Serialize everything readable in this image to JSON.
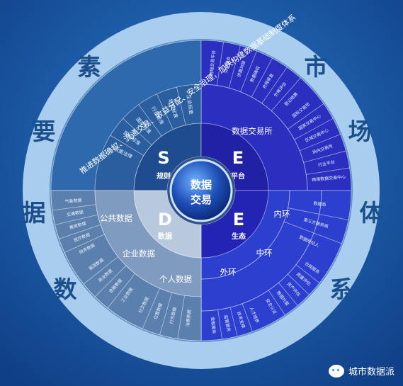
{
  "outer_ring": {
    "left_chars": [
      "素",
      "要",
      "据",
      "数"
    ],
    "right_chars": [
      "市",
      "场",
      "体",
      "系"
    ]
  },
  "center": {
    "line1": "数据",
    "line2": "交易"
  },
  "quadrants": {
    "rules": {
      "letter": "S",
      "subtitle": "规则",
      "items": [
        "政策法律",
        "国际标准",
        "国家标准",
        "行业标准",
        "地方标准",
        "企业标准"
      ],
      "outer_text": "推进数据确权、流通交易、收益分配、安全治理，加快构建数据基础制度体系"
    },
    "platform": {
      "letter": "E",
      "subtitle": "平台",
      "ring_label": "数据交易所",
      "items": [
        "国际交易所",
        "国家交易中心",
        "区域交易中心",
        "场内交易所",
        "行业平台",
        "跨境数据交易中心"
      ],
      "fine": [
        "跨境交易平台",
        "交易撮合",
        "供需对接",
        "数据确权",
        "合规审查",
        "价格评估",
        "登记结算"
      ]
    },
    "ecology": {
      "letter": "E",
      "subtitle": "生态",
      "rings": [
        "内环",
        "中环",
        "外环"
      ],
      "inner_items": [
        "数据商",
        "第三方服务商",
        "数据经纪人"
      ],
      "middle_items": [
        "合规服务",
        "质量评估",
        "资产评估",
        "数据托管",
        "安全认证"
      ],
      "outer_items": [
        "人才培养",
        "技术支撑",
        "监管服务",
        "金融服务"
      ]
    },
    "data": {
      "letter": "D",
      "subtitle": "数据",
      "rings": [
        "公共数据",
        "企业数据",
        "个人数据"
      ],
      "public_items": [
        "政务数据",
        "医疗数据",
        "教育数据",
        "交通数据",
        "气象数据"
      ],
      "enterprise_items": [
        "工业数据",
        "金融数据",
        "商业数据",
        "能源数据"
      ],
      "personal_items": [
        "消费数据",
        "行为数据",
        "位置数据",
        "社交数据"
      ]
    }
  },
  "watermark": {
    "text": "城市数据派",
    "icon": "wechat-icon"
  },
  "colors": {
    "background": "#1a58a8",
    "outer_ring": "#a9cdee",
    "rules": "#2f69ad",
    "platform": "#2a2fc0",
    "ecology": "#2d3fcf",
    "data": "#c9d7e8"
  }
}
